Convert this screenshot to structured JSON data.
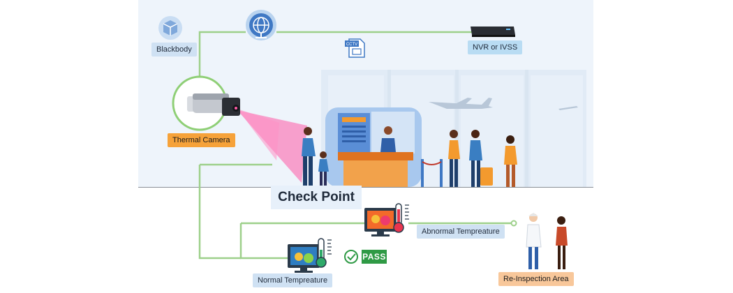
{
  "labels": {
    "blackbody": "Blackbody",
    "nvr": "NVR or IVSS",
    "thermal_camera": "Thermal Camera",
    "checkpoint": "Check Point",
    "abnormal": "Abnormal Tempreature",
    "normal": "Normal Tempreature",
    "reinspection": "Re-Inspection Area",
    "pass": "PASS",
    "cctv": "CCTV"
  },
  "colors": {
    "background": "#eef4fb",
    "line": "#9dd08a",
    "accent_orange": "#f6a23a",
    "accent_peach": "#f8c79a",
    "label_blue": "#cfe1f3",
    "pass_green": "#2f9a45",
    "beam_pink": "#ff5aa5"
  },
  "icons": [
    "box-icon",
    "globe-icon",
    "cctv-icon",
    "nvr-device-icon",
    "camera-icon",
    "monitor-icon",
    "thermometer-icon",
    "check-icon",
    "airplane-icon"
  ]
}
